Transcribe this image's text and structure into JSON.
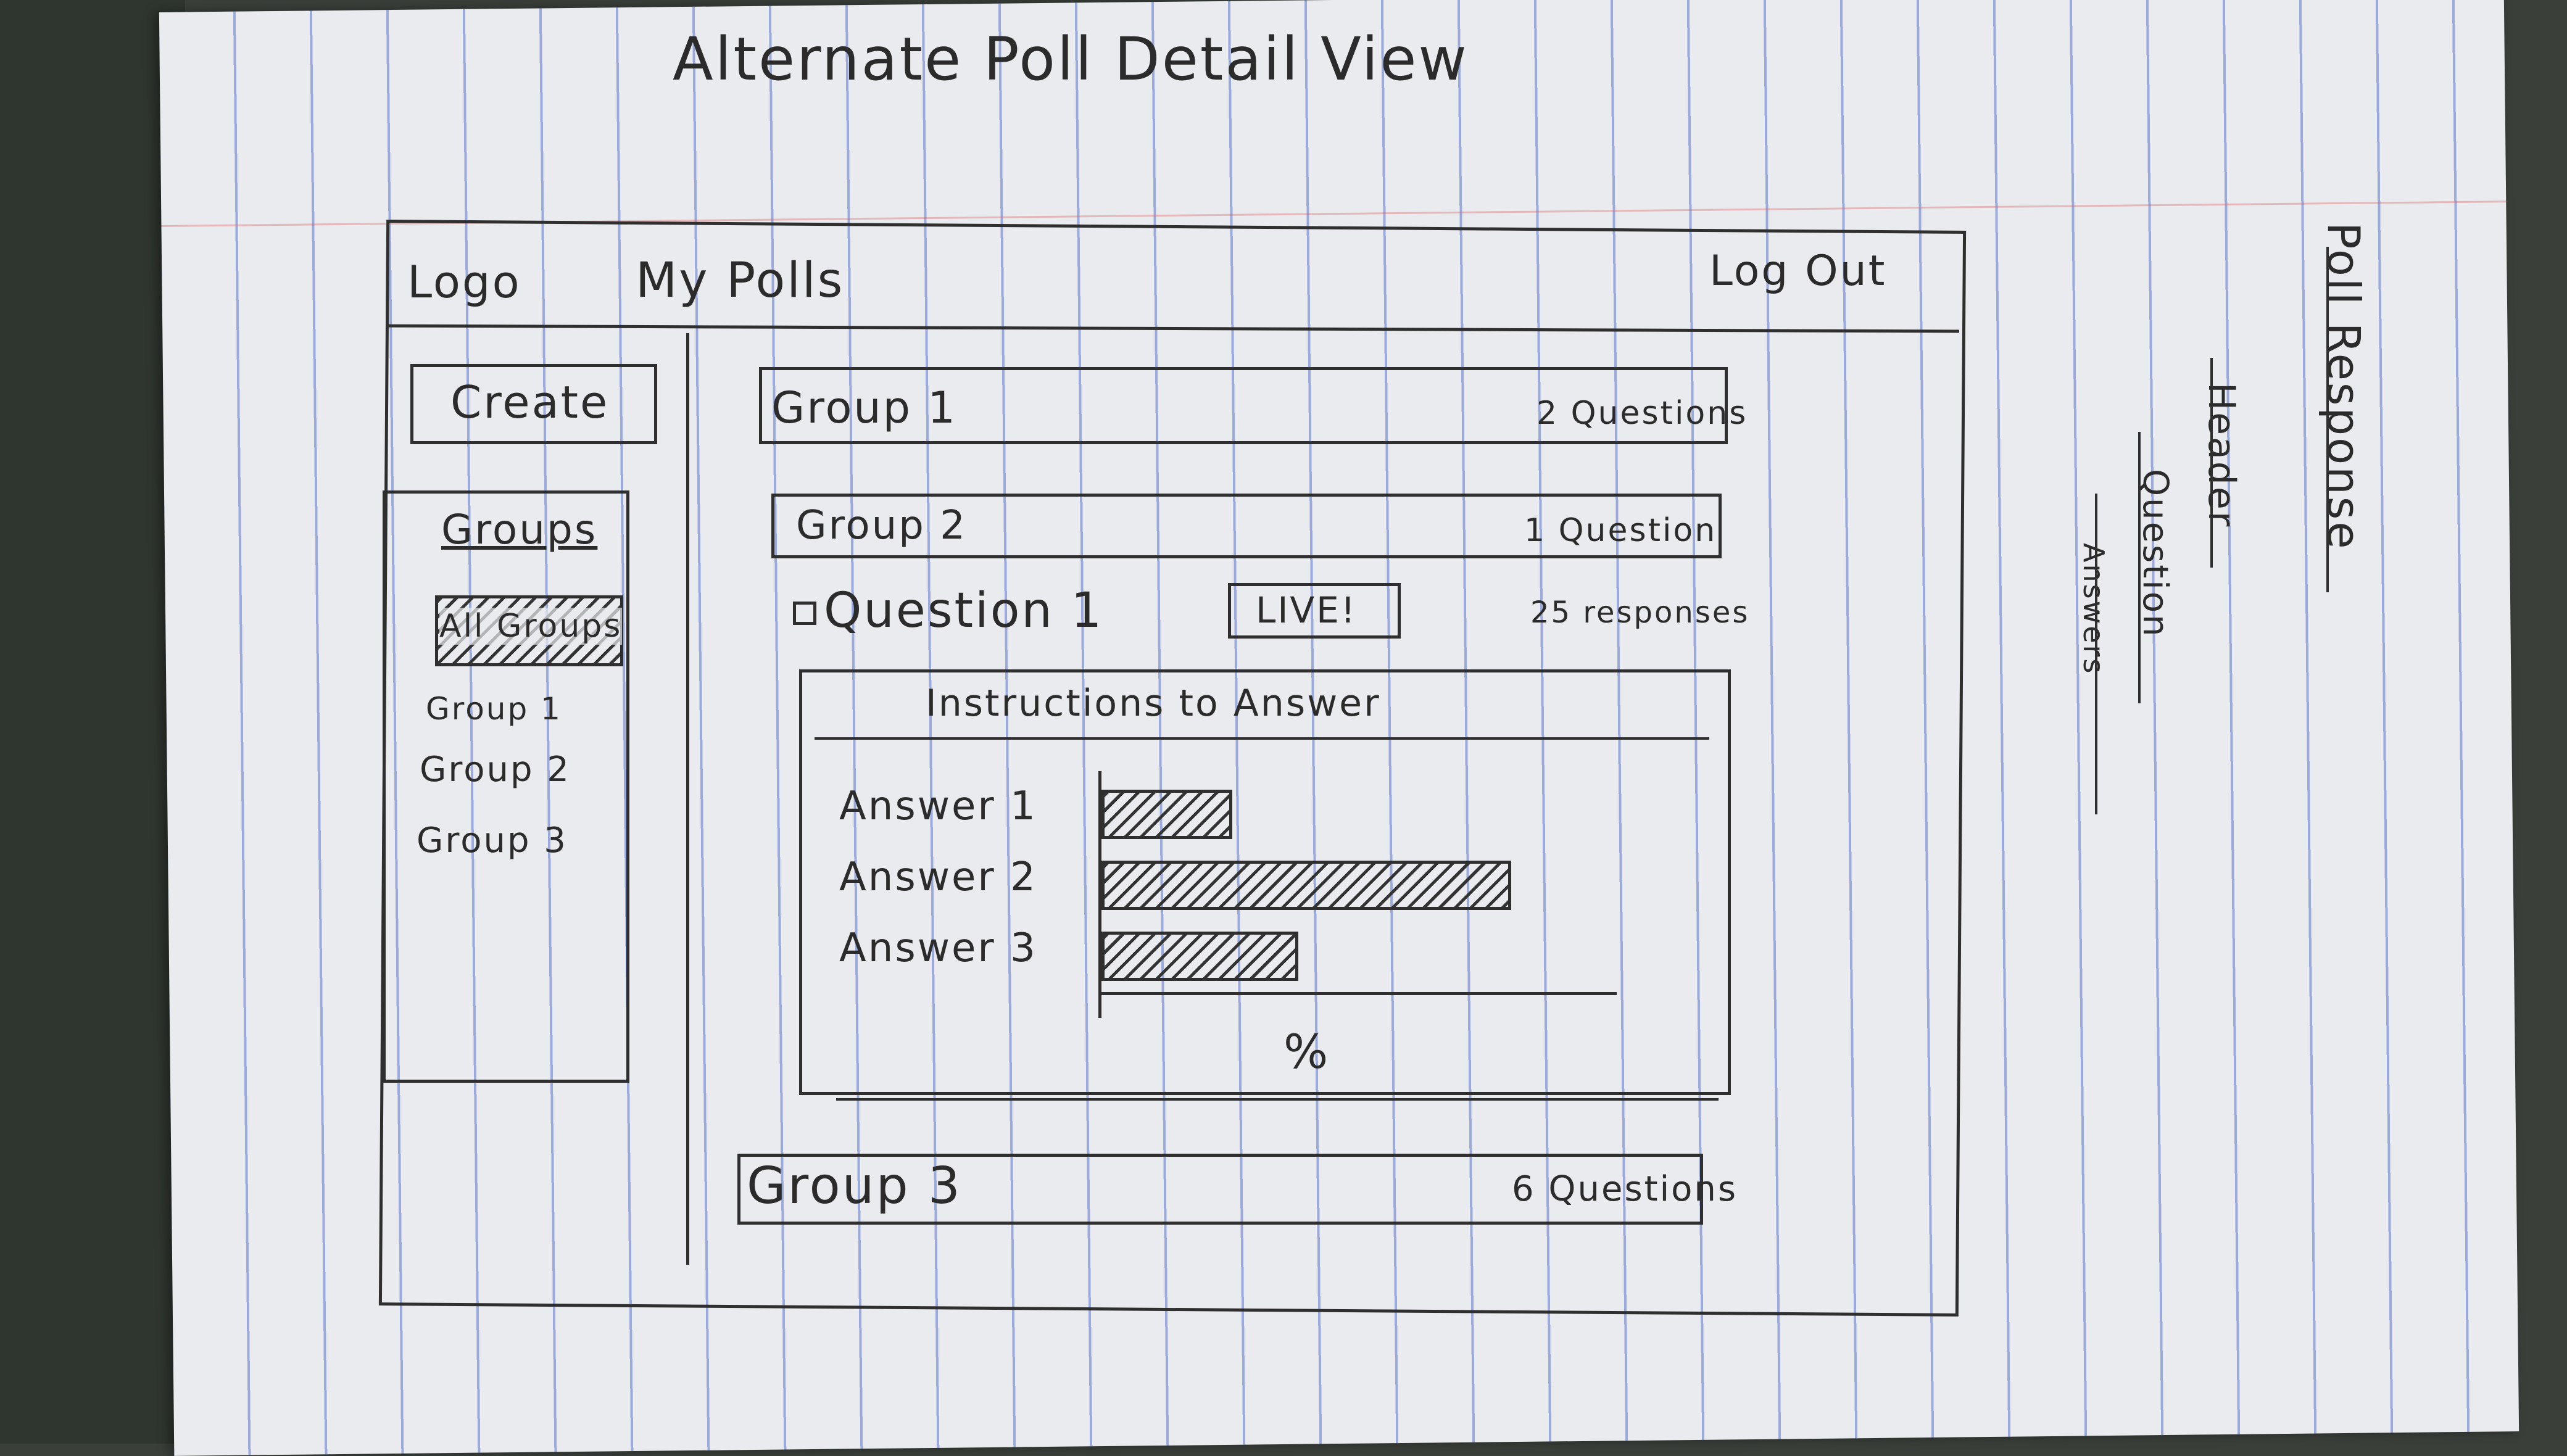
{
  "title": "Alternate Poll Detail View",
  "header": {
    "logo": "Logo",
    "nav_my_polls": "My Polls",
    "logout": "Log Out"
  },
  "sidebar": {
    "create_label": "Create",
    "groups_heading": "Groups",
    "items": [
      {
        "label": "All Groups"
      },
      {
        "label": "Group 1"
      },
      {
        "label": "Group 2"
      },
      {
        "label": "Group 3"
      }
    ]
  },
  "main": {
    "groups": [
      {
        "name": "Group 1",
        "count": "2 Questions"
      },
      {
        "name": "Group 2",
        "count": "1 Question"
      },
      {
        "name": "Group 3",
        "count": "6 Questions"
      }
    ],
    "question": {
      "label": "Question 1",
      "badge": "LIVE!",
      "responses": "25 responses",
      "instructions": "Instructions to Answer",
      "axis_unit": "%"
    }
  },
  "chart_data": {
    "type": "bar",
    "orientation": "horizontal",
    "categories": [
      "Answer 1",
      "Answer 2",
      "Answer 3"
    ],
    "values": [
      16,
      50,
      24
    ],
    "xlabel": "%"
  },
  "notes": {
    "hierarchy": [
      "Poll Response",
      "Header",
      "Question",
      "Answers"
    ]
  }
}
